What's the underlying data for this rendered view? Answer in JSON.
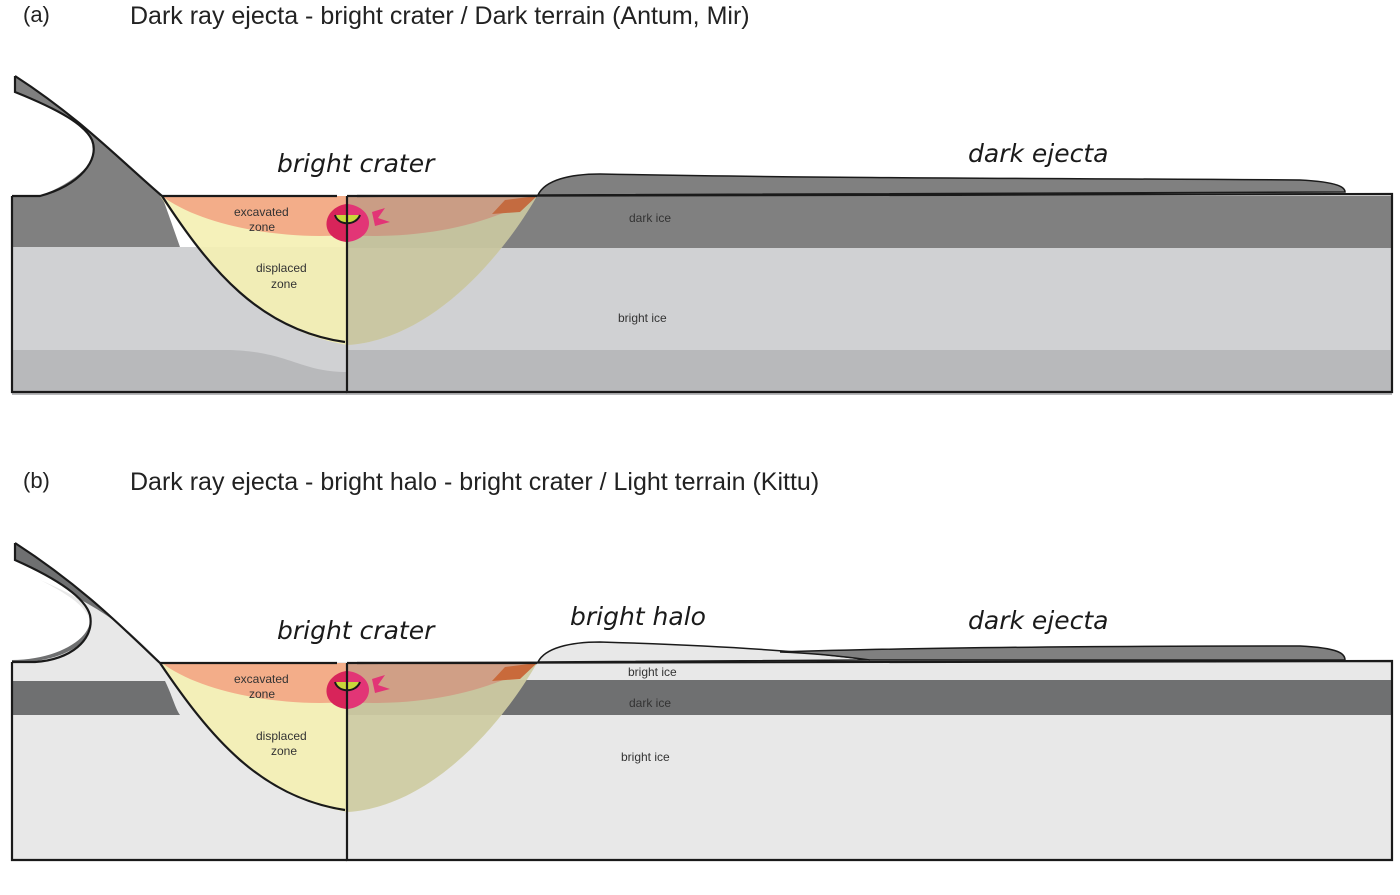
{
  "panels": [
    {
      "letter": "(a)",
      "title": "Dark ray ejecta - bright crater / Dark terrain (Antum, Mir)",
      "labels": {
        "bright_crater": "bright crater",
        "dark_ejecta": "dark ejecta",
        "excavated_1": "excavated",
        "excavated_2": "zone",
        "displaced_1": "displaced",
        "displaced_2": "zone",
        "dark_ice": "dark ice",
        "bright_ice": "bright ice"
      }
    },
    {
      "letter": "(b)",
      "title": "Dark ray ejecta - bright halo - bright crater / Light terrain (Kittu)",
      "labels": {
        "bright_crater": "bright crater",
        "bright_halo": "bright halo",
        "dark_ejecta": "dark ejecta",
        "excavated_1": "excavated",
        "excavated_2": "zone",
        "displaced_1": "displaced",
        "displaced_2": "zone",
        "bright_ice_top": "bright ice",
        "dark_ice": "dark ice",
        "bright_ice": "bright ice"
      }
    }
  ],
  "colors": {
    "dark_ice": "#808080",
    "bright_ice_a": "#d0d1d3",
    "lower_layer_a": "#b8b9bb",
    "bright_ice_b": "#e8e8e8",
    "dark_ice_b": "#6f7071",
    "excavated": "#f2a986",
    "displaced": "#f4efb3",
    "impactor_red": "#d8245a",
    "impactor_core": "#c8d83a",
    "ejecta_plume": "#e8601e"
  }
}
